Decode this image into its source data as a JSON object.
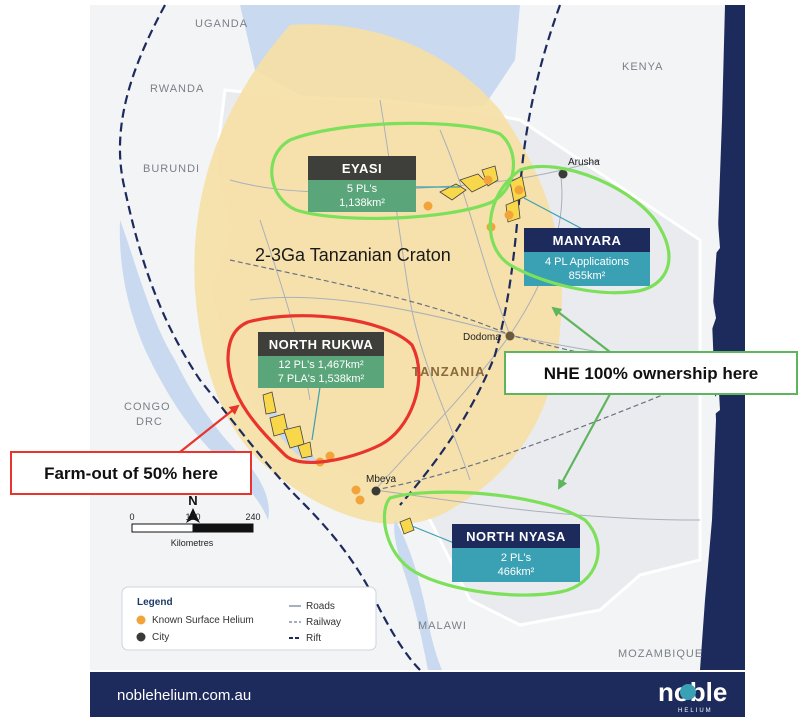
{
  "map": {
    "countries": {
      "uganda": "UGANDA",
      "kenya": "KENYA",
      "rwanda": "RWANDA",
      "burundi": "BURUNDI",
      "congo": "CONGO",
      "drc": "DRC",
      "tanzania": "TANZANIA",
      "malawi": "MALAWI",
      "mozambique": "MOZAMBIQUE"
    },
    "cities": {
      "arusha": "Arusha",
      "dodoma": "Dodoma",
      "mbeya": "Mbeya"
    },
    "craton_label": "2-3Ga Tanzanian Craton"
  },
  "boxes": {
    "eyasi": {
      "title": "EYASI",
      "line1": "5 PL's",
      "line2": "1,138km²"
    },
    "manyara": {
      "title": "MANYARA",
      "line1": "4 PL Applications",
      "line2": "855km²"
    },
    "north_rukwa": {
      "title": "NORTH RUKWA",
      "line1": "12 PL's 1,467km²",
      "line2": "7 PLA's 1,538km²"
    },
    "north_nyasa": {
      "title": "NORTH NYASA",
      "line1": "2 PL's",
      "line2": "466km²"
    }
  },
  "callouts": {
    "ownership": "NHE 100% ownership here",
    "farmout": "Farm-out of 50% here"
  },
  "scale": {
    "north": "N",
    "ticks": [
      "0",
      "120",
      "240"
    ],
    "unit": "Kilometres"
  },
  "legend": {
    "title": "Legend",
    "items": [
      {
        "label": "Known Surface Helium",
        "symbol": "orange-dot"
      },
      {
        "label": "City",
        "symbol": "dark-dot"
      },
      {
        "label": "Roads",
        "symbol": "solid-line"
      },
      {
        "label": "Railway",
        "symbol": "dashed-line"
      },
      {
        "label": "Rift",
        "symbol": "rift-line"
      }
    ]
  },
  "footer": {
    "url": "noblehelium.com.au",
    "logo": "noble",
    "logo_sub": "HELIUM"
  },
  "colors": {
    "water": "#c7d7ef",
    "land": "#f4f5f6",
    "tanzania": "#e9ebee",
    "craton": "#f6dfa6",
    "navy": "#1d2a5c",
    "green_box": "#5aa57a",
    "teal_box": "#3aa0b3",
    "dark_box": "#3e3e3a",
    "green_outline": "#7de05a",
    "red_outline": "#e8342c",
    "helium": "#f2a33a"
  }
}
